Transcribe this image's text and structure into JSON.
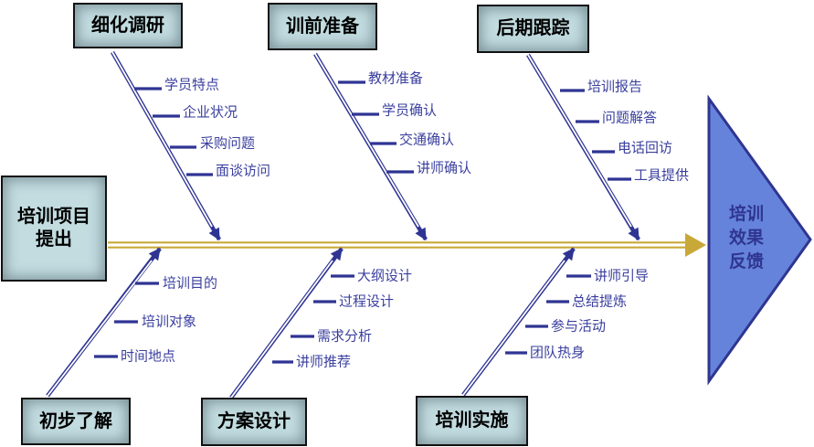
{
  "diagram": {
    "type": "fishbone",
    "start_box": {
      "label": "培训项目提出",
      "lines": [
        "培训项目",
        "提出"
      ]
    },
    "head": {
      "label": "培训效果反馈",
      "lines": [
        "培训",
        "效果",
        "反馈"
      ]
    }
  },
  "branches": [
    {
      "name": "细化调研",
      "position": "top",
      "items": [
        "学员特点",
        "企业状况",
        "采购问题",
        "面谈访问"
      ]
    },
    {
      "name": "训前准备",
      "position": "top",
      "items": [
        "教材准备",
        "学员确认",
        "交通确认",
        "讲师确认"
      ]
    },
    {
      "name": "后期跟踪",
      "position": "top",
      "items": [
        "培训报告",
        "问题解答",
        "电话回访",
        "工具提供"
      ]
    },
    {
      "name": "初步了解",
      "position": "bottom",
      "items": [
        "培训目的",
        "培训对象",
        "时间地点"
      ]
    },
    {
      "name": "方案设计",
      "position": "bottom",
      "items": [
        "大纲设计",
        "过程设计",
        "需求分析",
        "讲师推荐"
      ]
    },
    {
      "name": "培训实施",
      "position": "bottom",
      "items": [
        "讲师引导",
        "总结提炼",
        "参与活动",
        "团队热身"
      ]
    }
  ],
  "colors": {
    "spine_gold": "#c8a838",
    "branch_navy": "#2f3493",
    "box_fill": "#c2dce0",
    "box_border": "#111111",
    "head_arrow_fill": "#6583da",
    "head_arrow_border": "#2f3590",
    "item_text": "#3a3f9e",
    "box_text": "#000000"
  }
}
